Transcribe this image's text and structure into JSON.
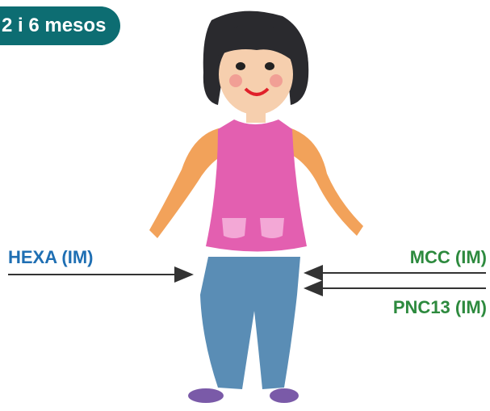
{
  "badge": {
    "text": "2 i 6 mesos"
  },
  "vaccines": {
    "left": {
      "label": "HEXA (IM)",
      "color": "#1f6fb3"
    },
    "right_top": {
      "label": "MCC (IM)",
      "color": "#2d8a3e"
    },
    "right_bottom": {
      "label": "PNC13 (IM)",
      "color": "#2d8a3e"
    }
  },
  "illustration": {
    "subject": "girl-drawing"
  }
}
